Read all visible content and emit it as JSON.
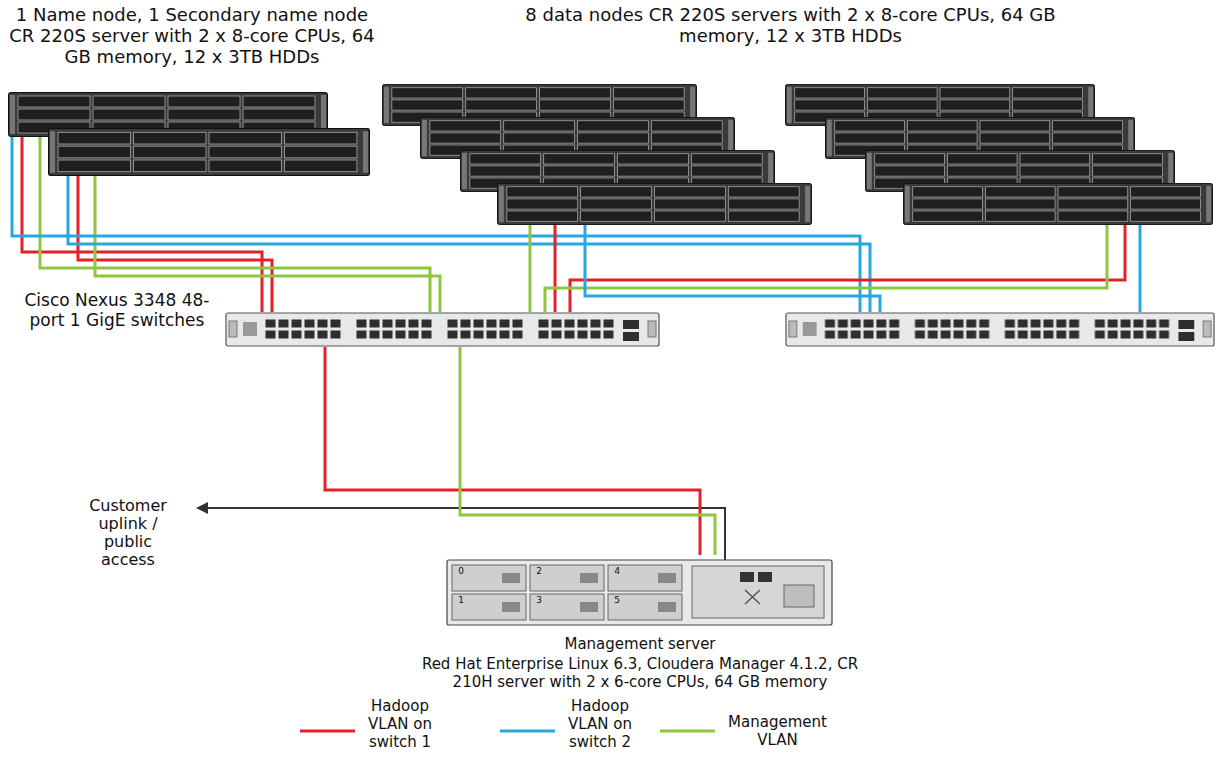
{
  "diagram": {
    "nodes": [
      {
        "text": [
          "1 Name node, 1 Secondary name node CR 220S server with 2 x 8-core CPUs, 64 GB memory, 12 x 3TB HDDs"
        ]
      },
      {
        "text": [
          "8 data nodes CR 220S servers with 2 x 8-core CPUs, 64 GB memory, 12 x 3TB HDDs"
        ]
      },
      {
        "text": [
          "Cisco Nexus 3348 48-port 1 GigE switches"
        ]
      },
      {
        "text": []
      },
      {
        "text": [
          "Management server",
          "Red Hat Enterprise Linux 6.3, Cloudera Manager 4.1.2, CR 210H server with 2 x 6-core CPUs, 64 GB memory"
        ]
      }
    ],
    "edges": [
      {
        "from": 0,
        "to": 2,
        "arrow": "none"
      },
      {
        "from": 0,
        "to": 2,
        "arrow": "none"
      },
      {
        "from": 0,
        "to": 2,
        "arrow": "none"
      },
      {
        "from": 0,
        "to": 2,
        "arrow": "none"
      },
      {
        "from": 0,
        "to": 3,
        "arrow": "none"
      },
      {
        "from": 0,
        "to": 3,
        "arrow": "none"
      },
      {
        "from": 1,
        "to": 2,
        "arrow": "none"
      },
      {
        "from": 1,
        "to": 2,
        "arrow": "none"
      },
      {
        "from": 1,
        "to": 2,
        "arrow": "none"
      },
      {
        "from": 1,
        "to": 2,
        "arrow": "none"
      },
      {
        "from": 1,
        "to": 3,
        "arrow": "none"
      },
      {
        "from": 1,
        "to": 3,
        "arrow": "none"
      },
      {
        "from": 2,
        "to": 4,
        "arrow": "none"
      },
      {
        "from": 2,
        "to": 4,
        "arrow": "none"
      }
    ],
    "labels": [
      "Customer uplink / public access",
      "0",
      "2",
      "4",
      "1",
      "3",
      "5"
    ],
    "legend": [
      {
        "text": "Hadoop VLAN on switch 1"
      },
      {
        "text": "Hadoop VLAN on switch 2"
      },
      {
        "text": "Management VLAN"
      }
    ]
  }
}
